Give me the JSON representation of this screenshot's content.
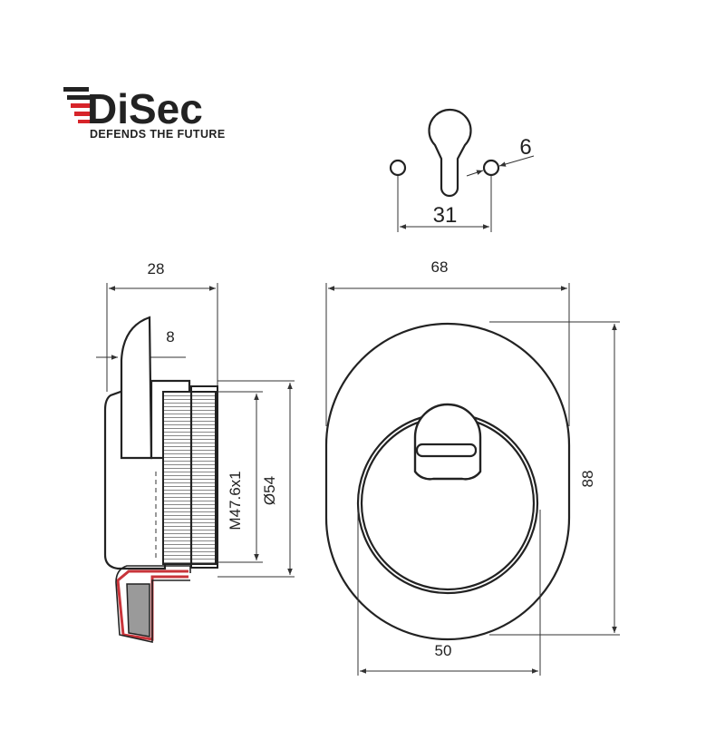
{
  "brand": {
    "name_part1": "Di",
    "name_part2": "Sec",
    "tagline": "DEFENDS THE FUTURE",
    "accent_color": "#d7242a",
    "text_color": "#222222"
  },
  "keyhole_view": {
    "spacing_label": "31",
    "hole_label": "6"
  },
  "side_view": {
    "depth_label": "28",
    "tab_label": "8",
    "thread_label": "M47.6x1",
    "diameter_label": "Ø54",
    "seal_color": "#c8343a",
    "fill_color": "#9a9a9a"
  },
  "front_view": {
    "width_label": "68",
    "height_label": "88",
    "inner_label": "50"
  }
}
